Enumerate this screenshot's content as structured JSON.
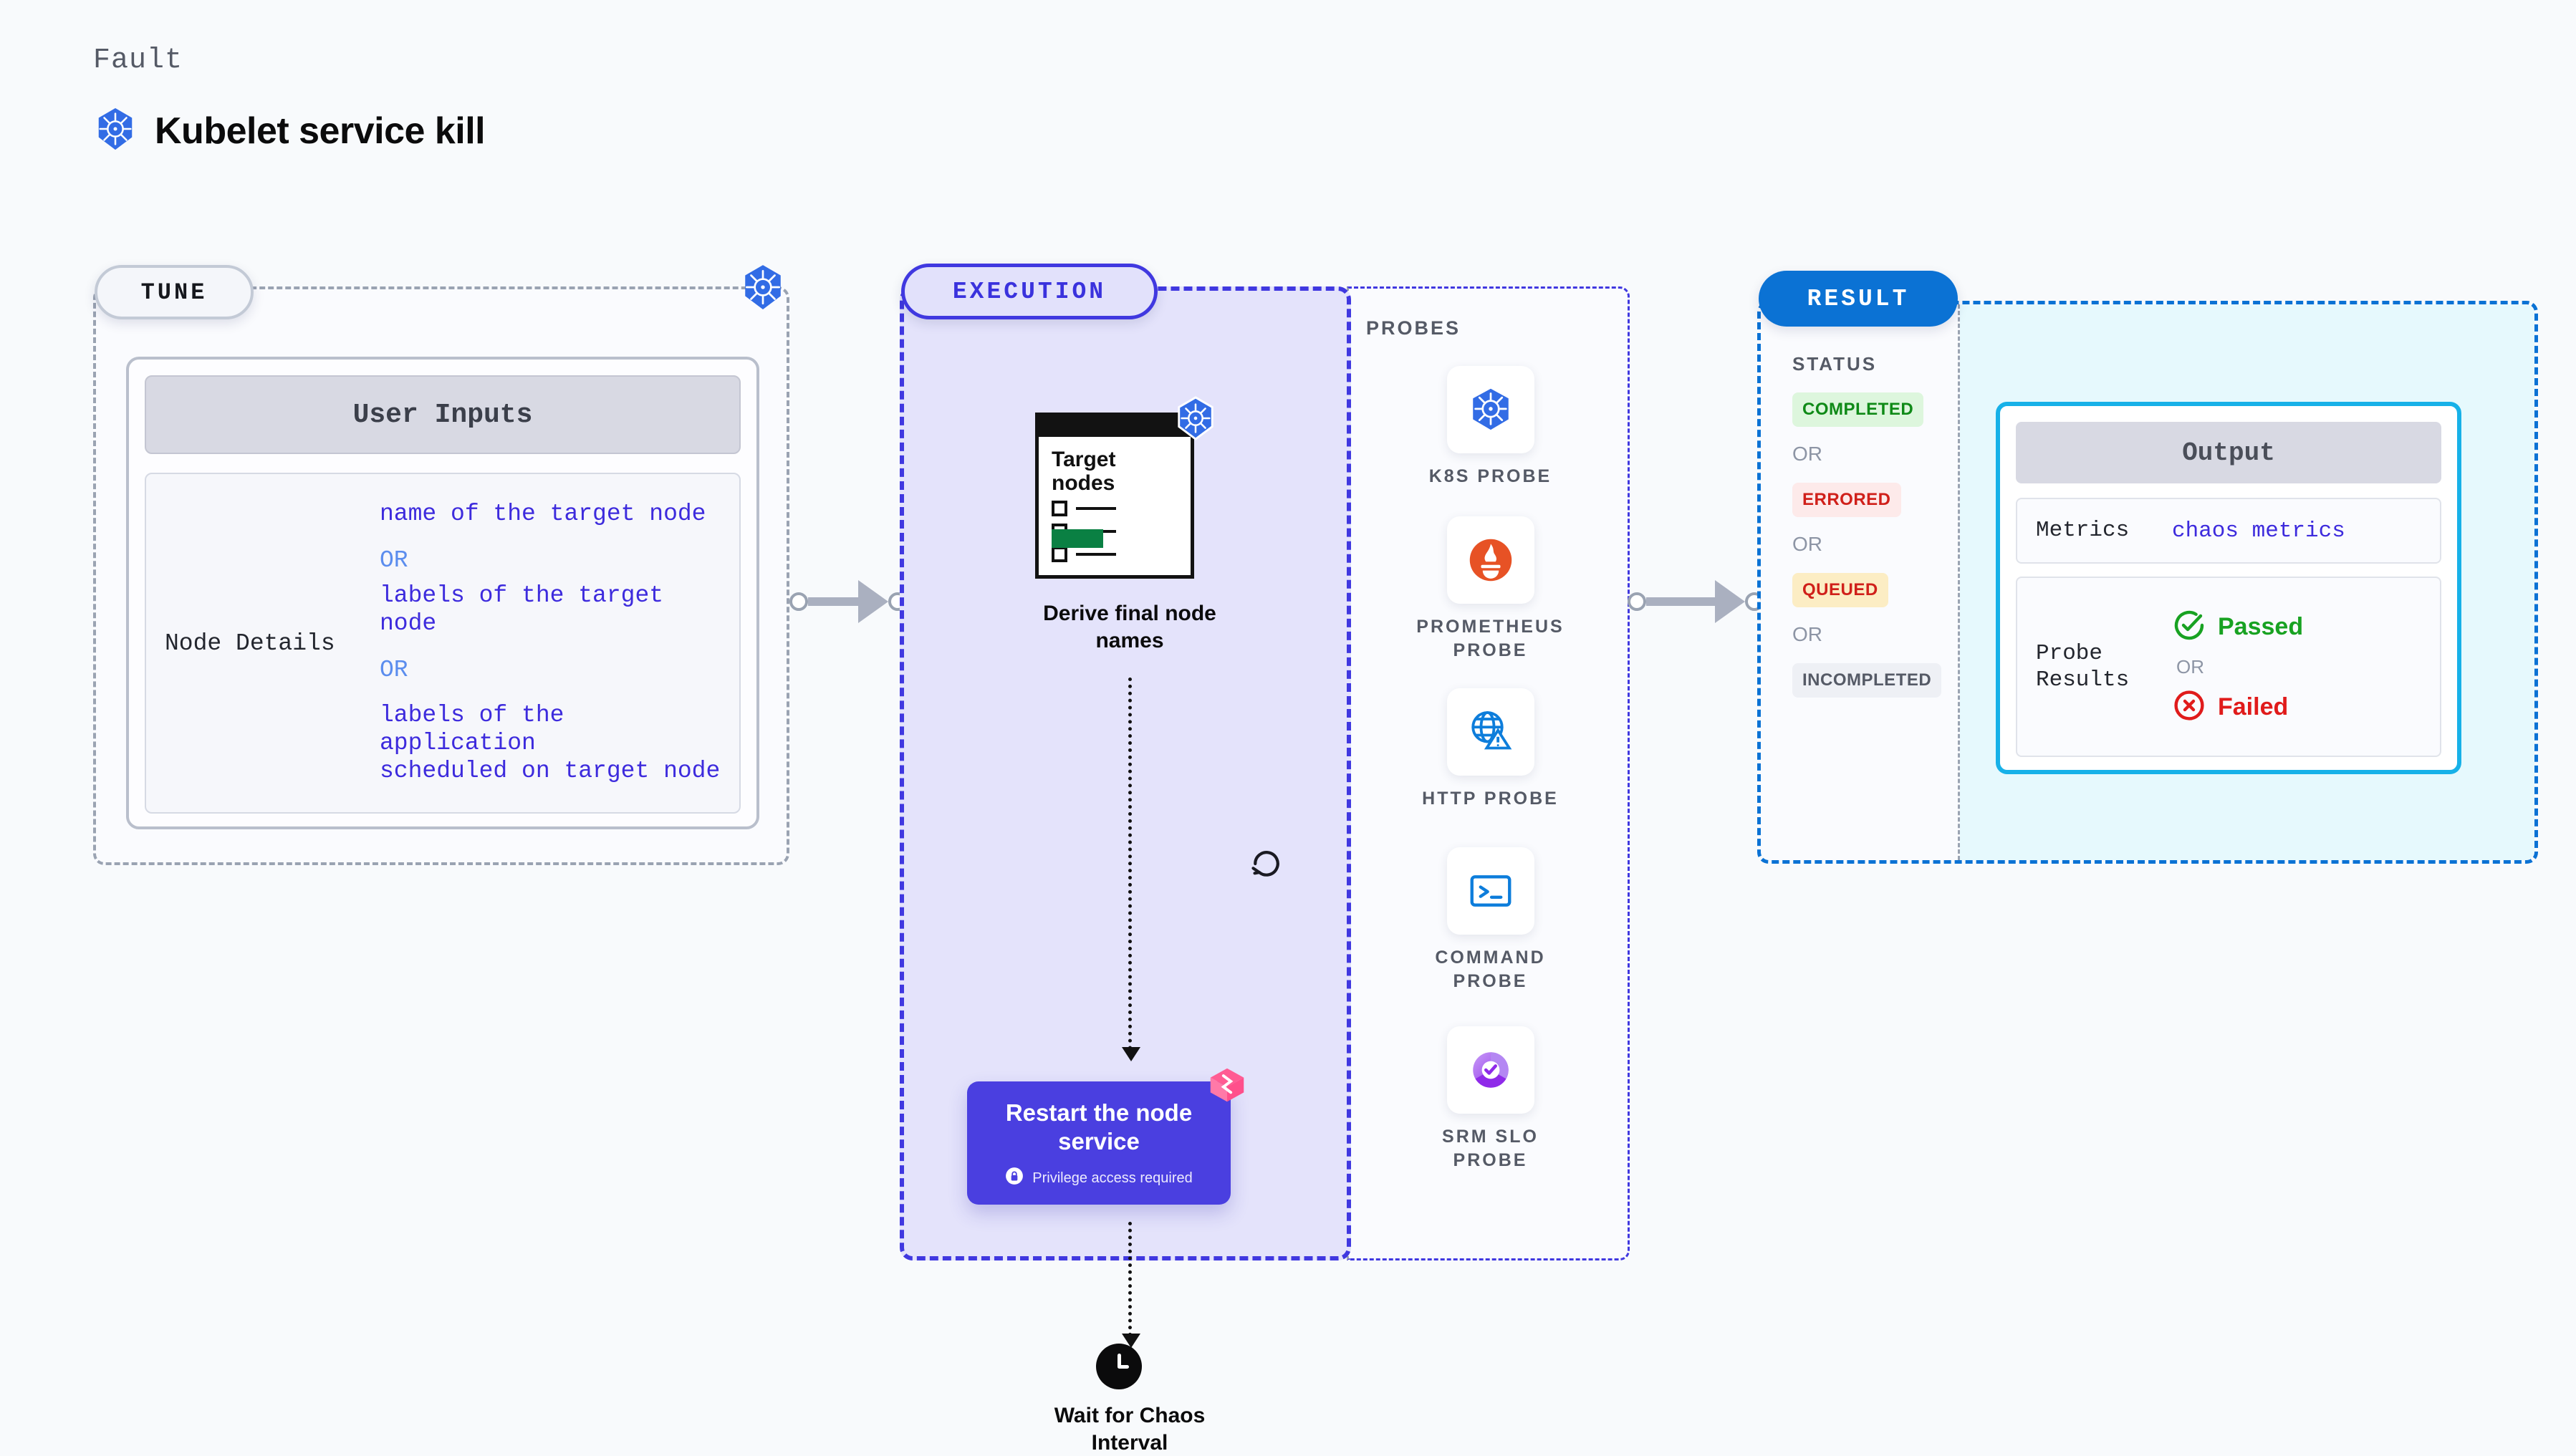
{
  "header": {
    "eyebrow": "Fault",
    "title": "Kubelet service kill",
    "icon": "kubernetes-icon"
  },
  "tune": {
    "tag": "TUNE",
    "badge_icon": "kubernetes-icon",
    "card_header": "User Inputs",
    "node_details": {
      "label": "Node Details",
      "option_1": "name of the target node",
      "or_1": "OR",
      "option_2": "labels of the target node",
      "or_2": "OR",
      "option_3_line1": "labels of the application",
      "option_3_line2": " scheduled on target node"
    }
  },
  "execution": {
    "tag": "EXECUTION",
    "target_card": {
      "title_line1": "Target",
      "title_line2": "nodes",
      "badge_icon": "kubernetes-icon"
    },
    "step_1_caption_line1": "Derive final node",
    "step_1_caption_line2": "names",
    "step_2": {
      "title_line1": "Restart the node",
      "title_line2": "service",
      "privilege_note": "Privilege access required",
      "privilege_icon": "lock-icon",
      "corner_badge_icon": "harness-logo-icon",
      "retry_icon": "rotate-retry-icon"
    },
    "step_3": {
      "icon": "clock-icon",
      "caption_line1": "Wait for Chaos",
      "caption_line2": "Interval"
    }
  },
  "probes": {
    "title": "PROBES",
    "items": [
      {
        "label_line1": "K8S  PROBE",
        "label_line2": "",
        "icon": "kubernetes-icon"
      },
      {
        "label_line1": "PROMETHEUS",
        "label_line2": "PROBE",
        "icon": "prometheus-icon"
      },
      {
        "label_line1": "HTTP  PROBE",
        "label_line2": "",
        "icon": "http-globe-warning-icon"
      },
      {
        "label_line1": "COMMAND",
        "label_line2": "PROBE",
        "icon": "terminal-icon"
      },
      {
        "label_line1": "SRM  SLO",
        "label_line2": "PROBE",
        "icon": "srm-slo-donut-check-icon"
      }
    ]
  },
  "result": {
    "tag": "RESULT",
    "status_title": "STATUS",
    "or_label": "OR",
    "statuses": [
      {
        "label": "COMPLETED",
        "bg": "#ddf6dd",
        "fg": "#0f8a17"
      },
      {
        "label": "ERRORED",
        "bg": "#fdeaea",
        "fg": "#d0201a"
      },
      {
        "label": "QUEUED",
        "bg": "#fcedc4",
        "fg": "#d0201a"
      },
      {
        "label": "INCOMPLETED",
        "bg": "#eef0f5",
        "fg": "#555a66"
      }
    ],
    "output": {
      "header": "Output",
      "metrics_label": "Metrics",
      "metrics_value": "chaos metrics",
      "probe_results_label_line1": "Probe",
      "probe_results_label_line2": "Results",
      "passed_label": "Passed",
      "passed_icon": "check-circle-icon",
      "or_label": "OR",
      "failed_label": "Failed",
      "failed_icon": "x-circle-icon"
    }
  },
  "colors": {
    "background": "#f8fafc",
    "tune_border": "#9aa3b2",
    "execution_accent": "#4038e0",
    "execution_fill": "#e4e3fb",
    "result_accent": "#0b72d4",
    "result_fill": "#e6f9fd",
    "output_border": "#17b1e8",
    "step_box": "#4a3fe0",
    "value_text": "#3d2bdd",
    "or_text": "#5b8dee",
    "kubernetes_blue": "#326ce5",
    "harness_pink": "#ff6398",
    "passed_green": "#18a222",
    "failed_red": "#e01b1b"
  }
}
